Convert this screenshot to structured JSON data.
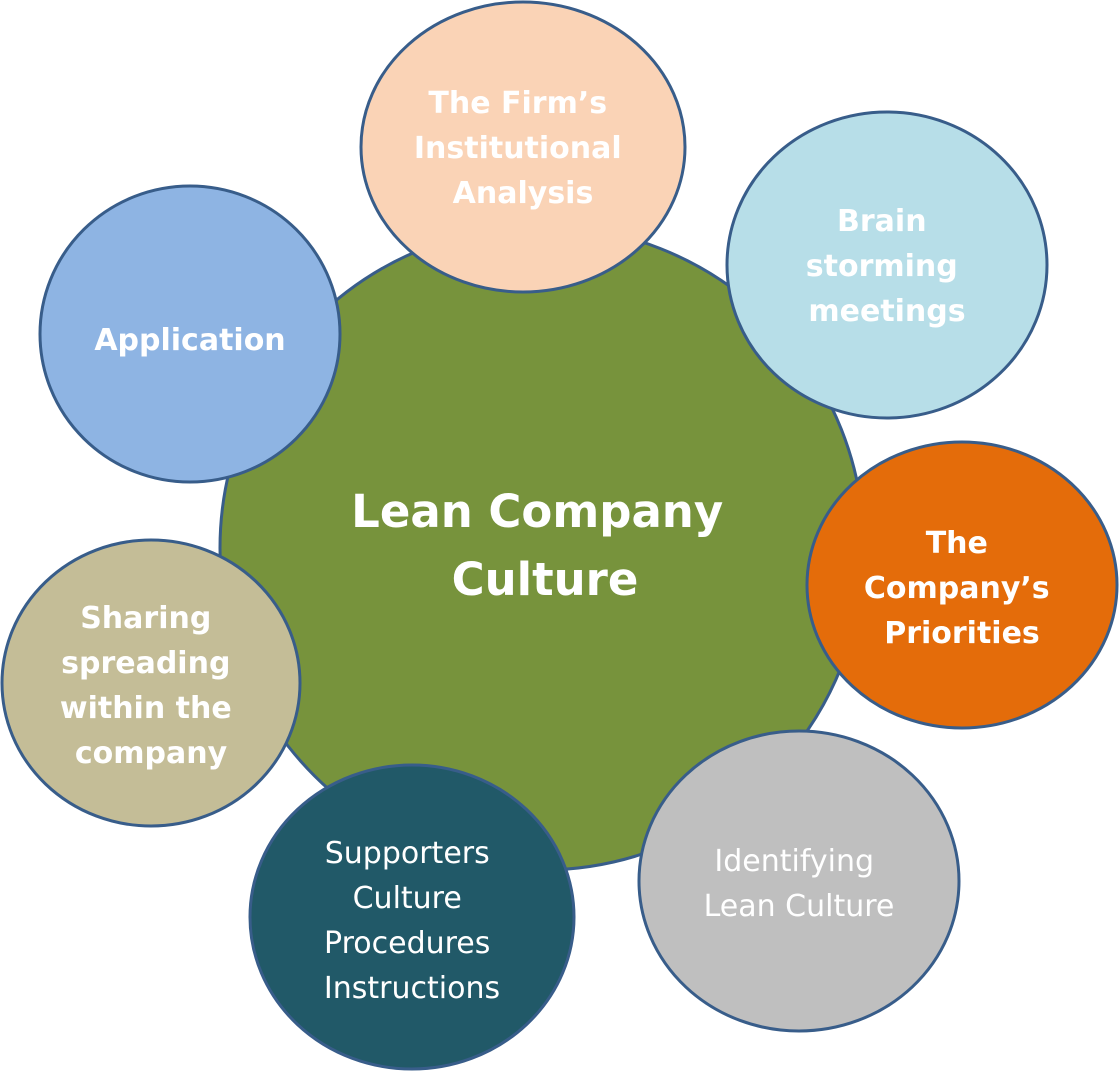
{
  "diagram": {
    "center": {
      "lines": [
        "Lean Company",
        "Culture"
      ],
      "fill": "#77933C"
    },
    "satellites": {
      "firm_analysis": {
        "lines": [
          "The Firm’s",
          "Institutional",
          "Analysis"
        ],
        "fill": "#FAD3B6"
      },
      "brainstorming": {
        "lines": [
          "Brain",
          "storming",
          "meetings"
        ],
        "fill": "#B7DEE8"
      },
      "priorities": {
        "lines": [
          "The",
          "Company’s",
          "Priorities"
        ],
        "fill": "#E46C0A"
      },
      "identifying": {
        "lines": [
          "Identifying",
          "Lean Culture"
        ],
        "fill": "#BFBFBF"
      },
      "supporters": {
        "lines": [
          "Supporters",
          "Culture",
          "Procedures",
          "Instructions"
        ],
        "fill": "#215968"
      },
      "sharing": {
        "lines": [
          "Sharing",
          "spreading",
          "within the",
          "company"
        ],
        "fill": "#C4BD97"
      },
      "application": {
        "lines": [
          "Application"
        ],
        "fill": "#8EB4E3"
      }
    },
    "outline_color": "#385D8A"
  }
}
